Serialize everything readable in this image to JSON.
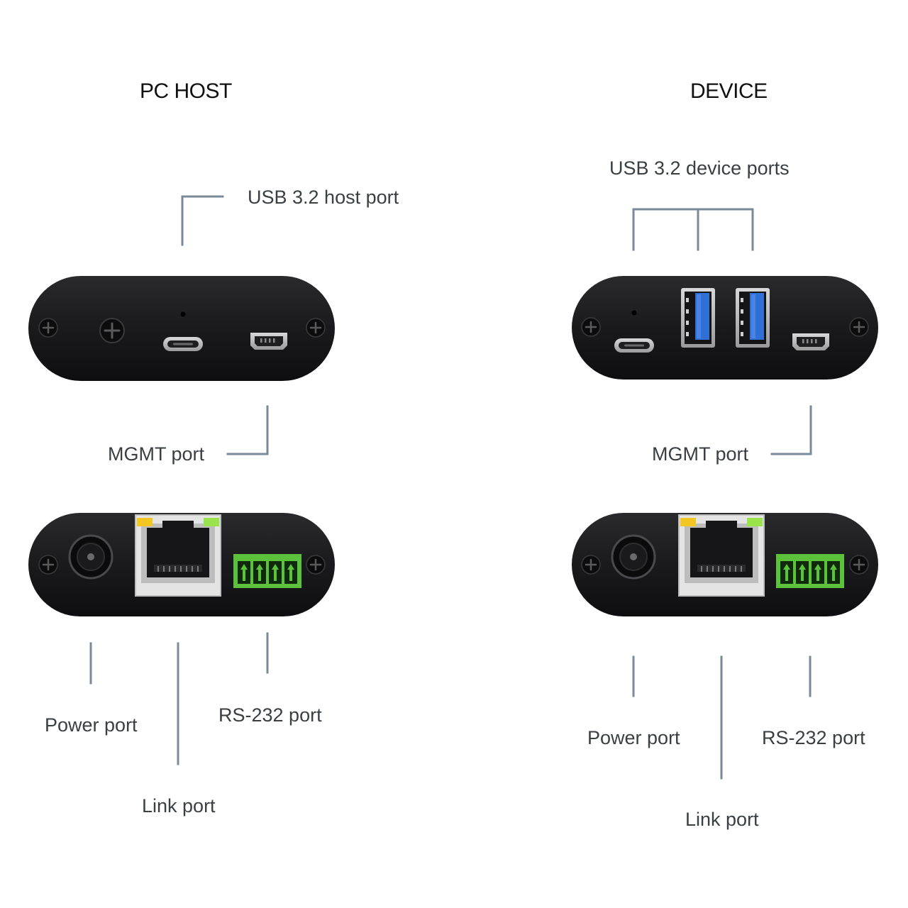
{
  "colors": {
    "background": "#ffffff",
    "leader_line": "#7b8a99",
    "enclosure": "#1c1c1e",
    "usb3_blue": "#2f6fd6",
    "terminal_green": "#5cc23c",
    "led_amber": "#f3c623",
    "led_green": "#9be34a"
  },
  "host": {
    "title": "PC HOST",
    "usb_label": "USB 3.2 host port",
    "mgmt_label": "MGMT port",
    "power_label": "Power port",
    "link_label": "Link port",
    "rs232_label": "RS-232 port"
  },
  "device": {
    "title": "DEVICE",
    "usb_label": "USB 3.2 device ports",
    "mgmt_label": "MGMT port",
    "power_label": "Power port",
    "link_label": "Link port",
    "rs232_label": "RS-232 port"
  },
  "icons": [
    "screw-icon",
    "usb-c-port-icon",
    "mini-usb-port-icon",
    "usb-a-port-icon",
    "dc-jack-icon",
    "rj45-port-icon",
    "terminal-block-icon"
  ]
}
